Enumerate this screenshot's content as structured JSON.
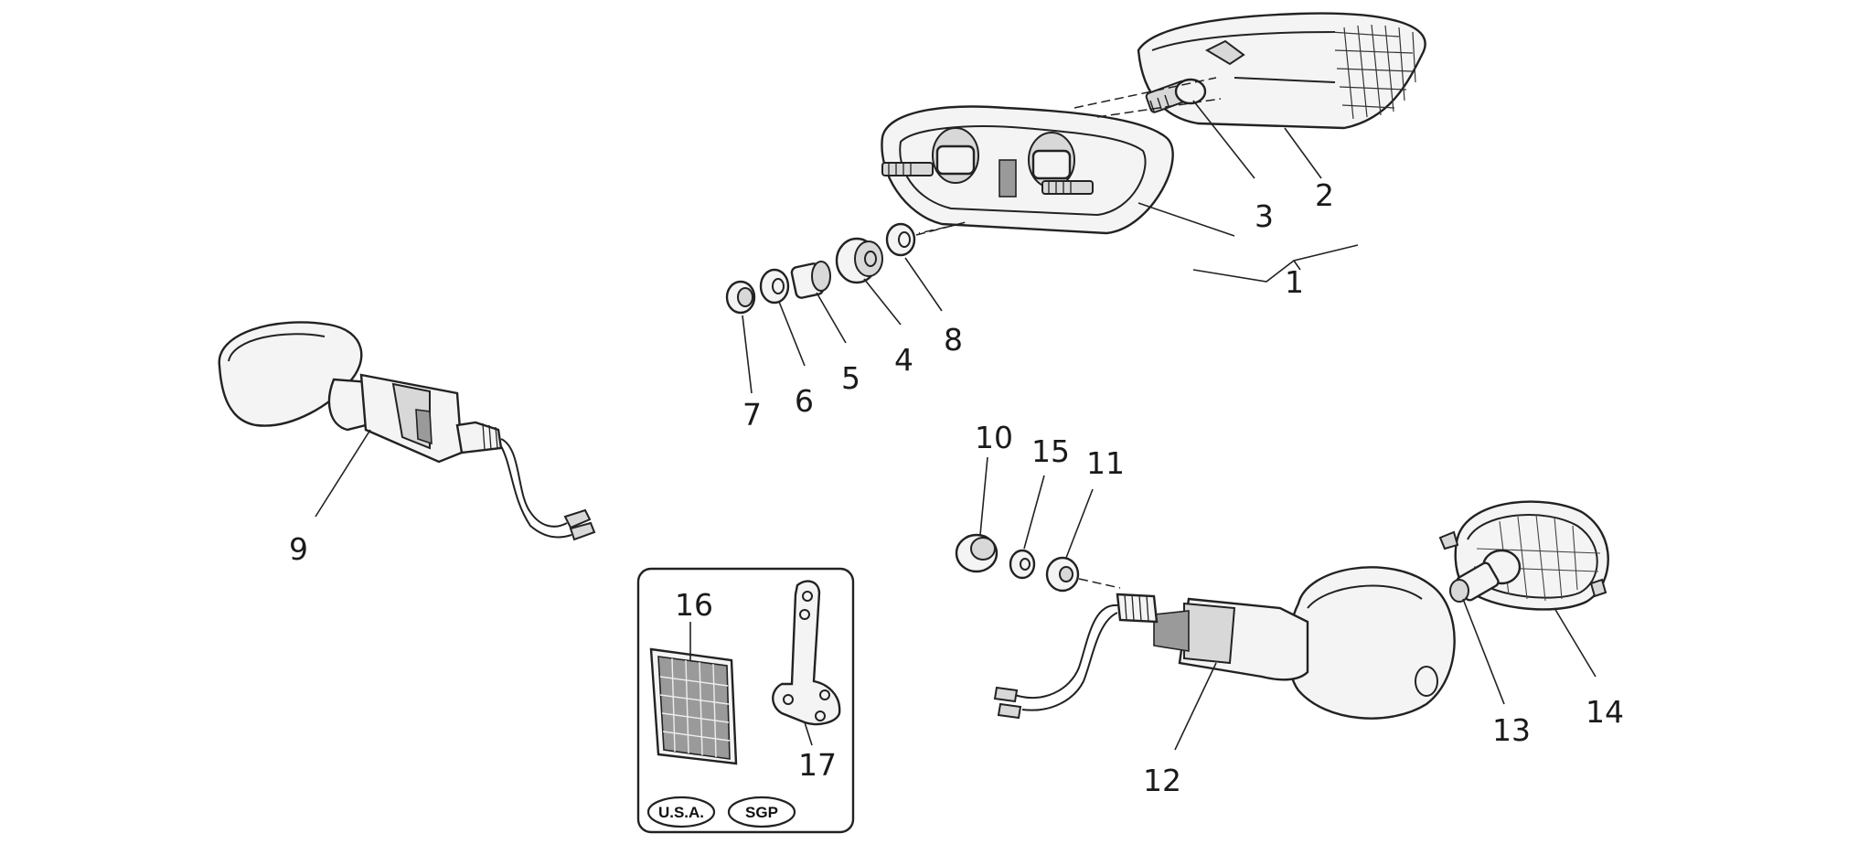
{
  "labels": {
    "n1": "1",
    "n2": "2",
    "n3": "3",
    "n4": "4",
    "n5": "5",
    "n6": "6",
    "n7": "7",
    "n8": "8",
    "n9": "9",
    "n10": "10",
    "n11": "11",
    "n12": "12",
    "n13": "13",
    "n14": "14",
    "n15": "15",
    "n16": "16",
    "n17": "17"
  },
  "badges": {
    "usa": "U.S.A.",
    "sgp": "SGP"
  },
  "colors": {
    "line": "#222222",
    "fill_light": "#f4f4f4",
    "fill_mid": "#d8d8d8",
    "fill_dark": "#9a9a9a"
  }
}
